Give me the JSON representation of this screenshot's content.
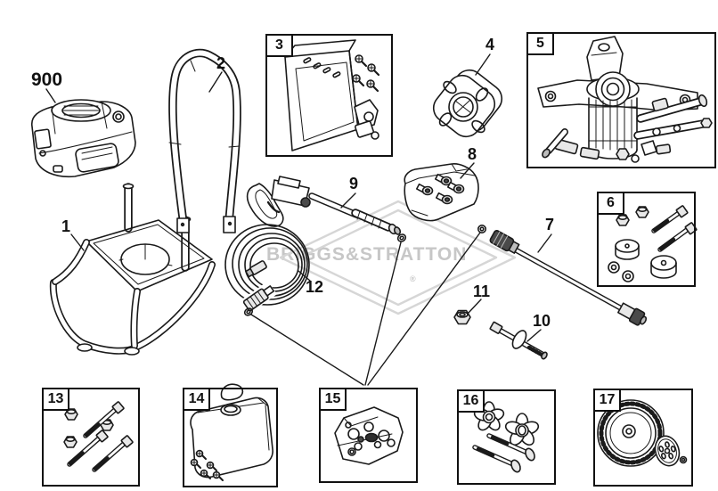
{
  "diagram": {
    "watermark_text": "BRIGGS&STRATTON",
    "registered_symbol": "®",
    "background_color": "#ffffff",
    "line_color": "#1a1a1a",
    "watermark_color": "#c7c7c7"
  },
  "parts": [
    {
      "label": "900",
      "name": "engine",
      "boxed": false
    },
    {
      "label": "1",
      "name": "frame-base",
      "boxed": false
    },
    {
      "label": "2",
      "name": "handle-bar",
      "boxed": false
    },
    {
      "label": "3",
      "name": "control-panel-kit",
      "boxed": true
    },
    {
      "label": "4",
      "name": "engine-adapter",
      "boxed": false
    },
    {
      "label": "5",
      "name": "pump-assembly",
      "boxed": true
    },
    {
      "label": "6",
      "name": "pump-mounting-kit",
      "boxed": true
    },
    {
      "label": "7",
      "name": "spray-wand",
      "boxed": false
    },
    {
      "label": "8",
      "name": "nozzle-kit-bag",
      "boxed": false
    },
    {
      "label": "9",
      "name": "spray-gun",
      "boxed": false
    },
    {
      "label": "10",
      "name": "axle-bolt",
      "boxed": false
    },
    {
      "label": "11",
      "name": "lock-nut",
      "boxed": false
    },
    {
      "label": "12",
      "name": "high-pressure-hose",
      "boxed": false
    },
    {
      "label": "13",
      "name": "fastener-kit",
      "boxed": true
    },
    {
      "label": "14",
      "name": "detergent-tank-kit",
      "boxed": true
    },
    {
      "label": "15",
      "name": "o-ring-kit",
      "boxed": true
    },
    {
      "label": "16",
      "name": "knob-and-bolt-kit",
      "boxed": true
    },
    {
      "label": "17",
      "name": "wheel-kit",
      "boxed": true
    }
  ]
}
